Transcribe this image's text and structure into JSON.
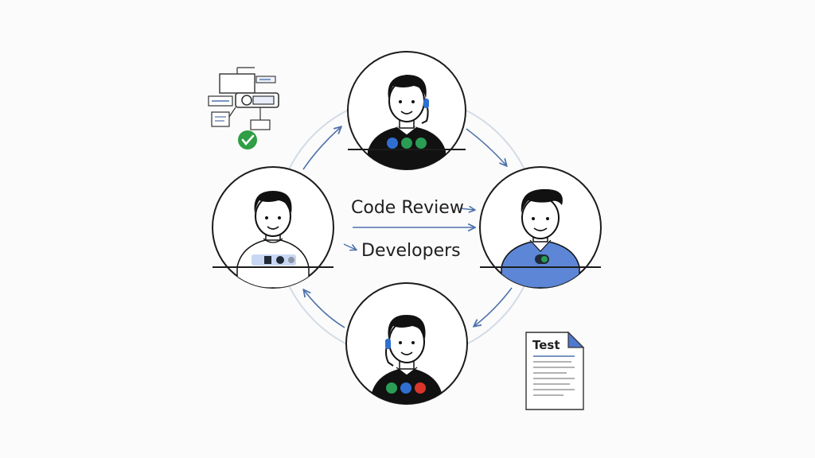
{
  "diagram": {
    "center_title": "Code Review",
    "center_subtitle": "Developers",
    "document_label": "Test",
    "colors": {
      "ring": "#d3dbe6",
      "arrow": "#4f72ac",
      "outline": "#1c1c1c",
      "shirt_blue": "#5d86d6",
      "check_green": "#2f9e44",
      "badge_blue": "#2f6fd1",
      "badge_green": "#2a9d55",
      "badge_red": "#d9362b"
    },
    "developers": [
      {
        "position": "top",
        "shirt": "dark",
        "badges": [
          "badge_blue",
          "badge_green",
          "badge_green"
        ],
        "headset": "right"
      },
      {
        "position": "right",
        "shirt": "blue",
        "badges": [],
        "headset": "none"
      },
      {
        "position": "bottom",
        "shirt": "dark",
        "badges": [
          "badge_green",
          "badge_blue",
          "badge_red"
        ],
        "headset": "left"
      },
      {
        "position": "left",
        "shirt": "white",
        "badges": [],
        "headset": "none"
      }
    ]
  }
}
